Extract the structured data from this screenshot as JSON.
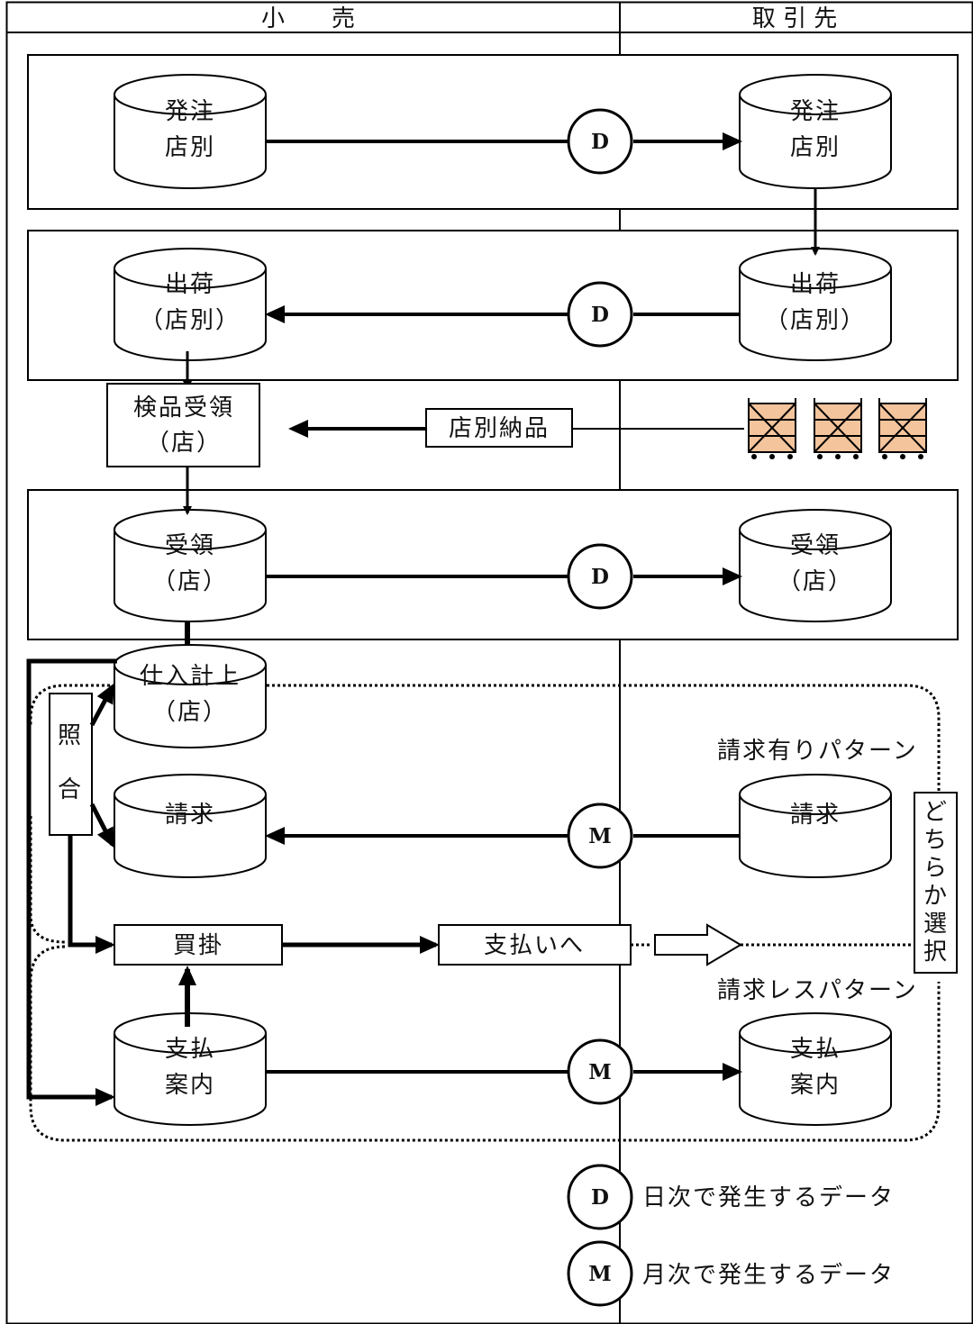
{
  "header": {
    "retail": "小　　売",
    "supplier": "取 引 先"
  },
  "section_order": {
    "retail_db": [
      "発注",
      "店別"
    ],
    "supplier_db": [
      "発注",
      "店別"
    ],
    "badge": "D"
  },
  "section_shipping": {
    "retail_db": [
      "出荷",
      "（店別）"
    ],
    "supplier_db": [
      "出荷",
      "（店別）"
    ],
    "badge": "D"
  },
  "inspection": {
    "box": [
      "検品受領",
      "（店）"
    ],
    "delivery_label": "店別納品"
  },
  "section_receipt": {
    "retail_db": [
      "受領",
      "（店）"
    ],
    "supplier_db": [
      "受領",
      "（店）"
    ],
    "badge": "D"
  },
  "purchase_db": [
    "仕入計上",
    "（店）"
  ],
  "reconcile_box": [
    "照",
    "合"
  ],
  "invoice_pattern": {
    "pattern_label": "請求有りパターン",
    "retail_db": "請求",
    "supplier_db": "請求",
    "badge": "M"
  },
  "choose_box": [
    "ど",
    "ち",
    "ら",
    "か",
    "選",
    "択"
  ],
  "payable_box": "買掛",
  "to_payment_box": "支払いへ",
  "invoiceless_pattern": {
    "pattern_label": "請求レスパターン",
    "retail_db": [
      "支払",
      "案内"
    ],
    "supplier_db": [
      "支払",
      "案内"
    ],
    "badge": "M"
  },
  "legend": [
    {
      "badge": "D",
      "text": "日次で発生するデータ"
    },
    {
      "badge": "M",
      "text": "月次で発生するデータ"
    }
  ],
  "colors": {
    "line": "#000000",
    "cart_fill": "#f4c49c",
    "background": "#ffffff"
  }
}
